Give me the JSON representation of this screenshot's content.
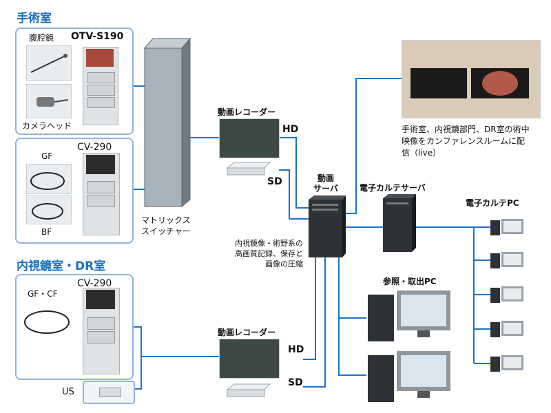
{
  "or_section": {
    "title": "手術室"
  },
  "laparoscope_box": {
    "device_label": "腹腔鏡",
    "model": "OTV-S190",
    "camera_label": "カメラヘッド"
  },
  "gf_box": {
    "model": "CV-290",
    "gf_label": "GF",
    "bf_label": "BF"
  },
  "matrix_switcher": {
    "label_line1": "マトリックス",
    "label_line2": "スイッチャー"
  },
  "endo_section": {
    "title": "内視鏡室・DR室"
  },
  "endo_box": {
    "model": "CV-290",
    "scope_label": "GF・CF"
  },
  "us_label": "US",
  "recorder_top": {
    "title": "動画レコーダー",
    "hd": "HD",
    "sd": "SD"
  },
  "recorder_bottom": {
    "title": "動画レコーダー",
    "hd": "HD",
    "sd": "SD"
  },
  "video_server": {
    "line1": "動画",
    "line2": "サーバ"
  },
  "server_caption": {
    "line1": "内視鏡像・術野系の",
    "line2": "高画質記録、保存と",
    "line3": "画像の圧縮"
  },
  "emr_server": {
    "label": "電子カルテサーバ"
  },
  "emr_pc": {
    "label": "電子カルテPC"
  },
  "ref_pc": {
    "label": "参照・取出PC"
  },
  "conference": {
    "line1": "手術室、内視鏡部門、DR室の術中",
    "line2": "映像をカンファレンスルームに配",
    "line3": "信（live）"
  },
  "colors": {
    "line": "#1a74c8",
    "box_border": "#8fb3df",
    "title": "#1b6fbf"
  }
}
